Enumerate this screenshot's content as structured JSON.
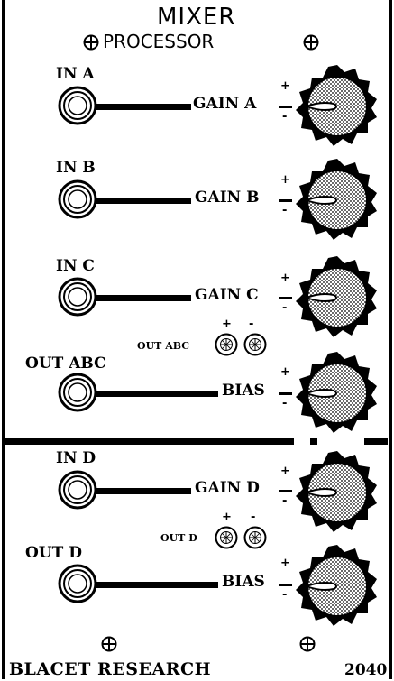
{
  "title": {
    "line1": "MIXER",
    "line2": "PROCESSOR"
  },
  "channels": [
    {
      "input_label": "IN A",
      "control_label": "GAIN A"
    },
    {
      "input_label": "IN B",
      "control_label": "GAIN B"
    },
    {
      "input_label": "IN C",
      "control_label": "GAIN C"
    },
    {
      "input_label": "OUT ABC",
      "control_label": "BIAS"
    },
    {
      "input_label": "IN D",
      "control_label": "GAIN D"
    },
    {
      "input_label": "OUT D",
      "control_label": "BIAS"
    }
  ],
  "led_groups": [
    {
      "label": "OUT ABC",
      "plus": "+",
      "minus": "-"
    },
    {
      "label": "OUT D",
      "plus": "+",
      "minus": "-"
    }
  ],
  "signs": {
    "plus": "+",
    "minus": "-"
  },
  "footer": {
    "brand": "BLACET RESEARCH",
    "model": "2040"
  },
  "icons": {
    "screw": "screw-icon",
    "jack": "jack-icon",
    "knob": "knob-icon",
    "led": "led-icon"
  },
  "colors": {
    "ink": "#000000",
    "panel": "#ffffff"
  }
}
